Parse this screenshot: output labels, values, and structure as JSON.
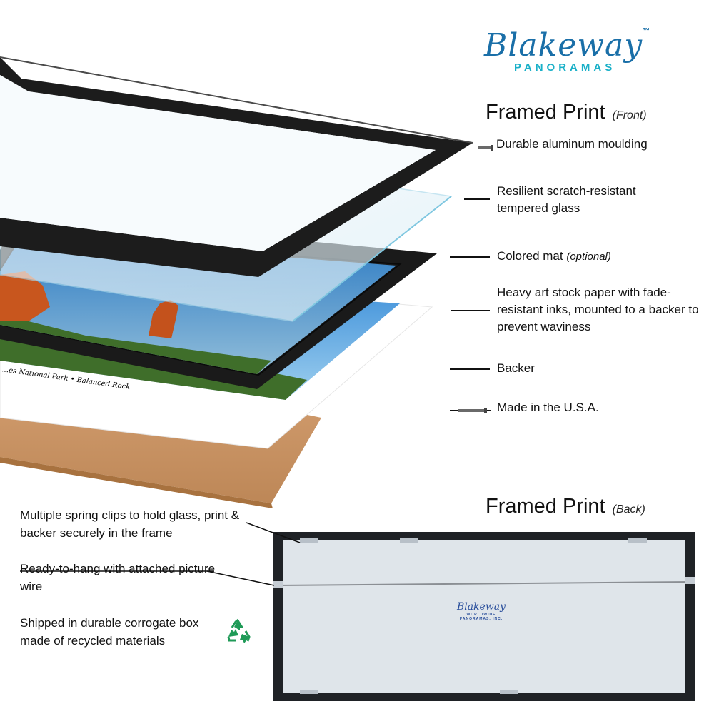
{
  "brand": {
    "name": "Blakeway",
    "trademark": "™",
    "subtitle": "PANORAMAS"
  },
  "front": {
    "heading": "Framed Print",
    "note": "(Front)",
    "layers": [
      {
        "label": "Durable aluminum moulding",
        "icon": "screw-icon"
      },
      {
        "label": "Resilient scratch-resistant tempered glass"
      },
      {
        "label": "Colored mat",
        "note": "(optional)"
      },
      {
        "label": "Heavy art stock paper with fade-resistant inks, mounted to a backer to prevent waviness"
      },
      {
        "label": "Backer"
      },
      {
        "label": "Made in the U.S.A.",
        "icon": "screw-icon"
      }
    ]
  },
  "print_caption": "…es National Park  •  Balanced Rock",
  "back": {
    "heading": "Framed Print",
    "note": "(Back)",
    "features": [
      {
        "label": "Multiple spring clips to hold glass, print & backer securely in the frame"
      },
      {
        "label": "Ready-to-hang with attached picture wire"
      },
      {
        "label": "Shipped in durable corrogate box made of recycled materials",
        "icon": "recycle-icon"
      }
    ],
    "sticker": {
      "name": "Blakeway",
      "subtitle": "WORLDWIDE PANORAMAS, INC."
    }
  },
  "colors": {
    "brand_blue": "#1a6fa8",
    "brand_teal": "#1ab0c8",
    "frame_black": "#1c1c1c",
    "cardboard": "#c99466",
    "recycle_green": "#1f9a57"
  }
}
